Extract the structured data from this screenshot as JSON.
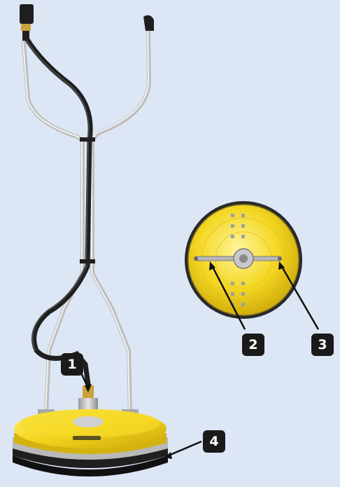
{
  "callouts": [
    {
      "id": "c1",
      "label": "1"
    },
    {
      "id": "c2",
      "label": "2"
    },
    {
      "id": "c3",
      "label": "3"
    },
    {
      "id": "c4",
      "label": "4"
    }
  ],
  "colors": {
    "background": "#dce6f5",
    "housing_yellow": "#f2d31b",
    "frame_silver": "#c9c9c9",
    "hose_black": "#1f1f1f",
    "callout_bg": "#1a1a1a"
  }
}
